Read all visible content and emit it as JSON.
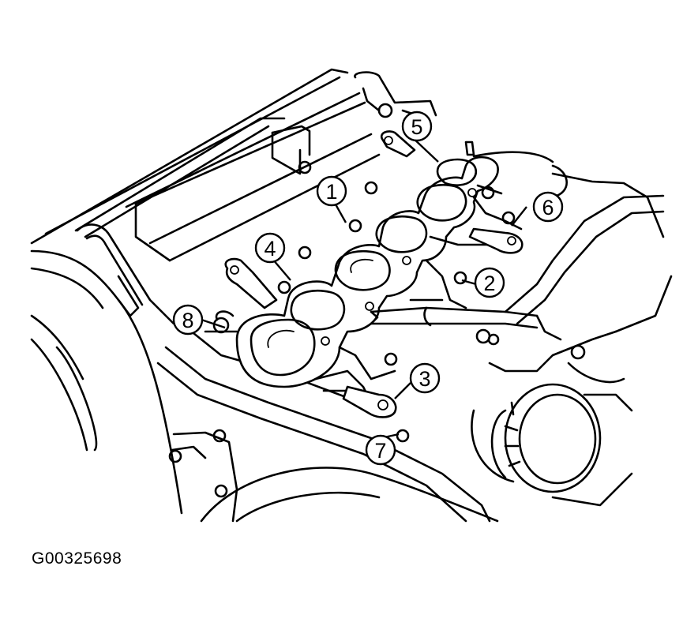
{
  "figure": {
    "id_label": "G00325698"
  },
  "callouts": [
    {
      "label": "1"
    },
    {
      "label": "2"
    },
    {
      "label": "3"
    },
    {
      "label": "4"
    },
    {
      "label": "5"
    },
    {
      "label": "6"
    },
    {
      "label": "7"
    },
    {
      "label": "8"
    }
  ]
}
